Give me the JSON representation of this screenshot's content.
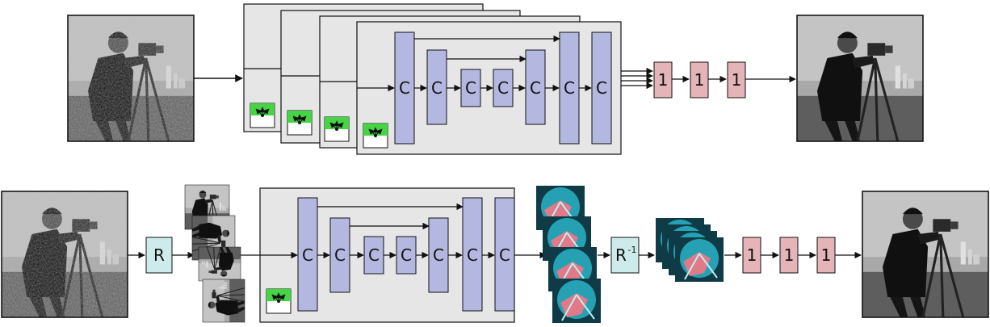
{
  "colors": {
    "conv_block": "#b4b8e0",
    "pointwise_block": "#e4b4b8",
    "rotation_block": "#cdebea",
    "panel_background": "#e6e6e6",
    "kernel_fill": "#44d444",
    "feature_map": "#2ab4c8",
    "feature_highlight": "#e07a88",
    "edge": "#222222"
  },
  "labels": {
    "conv": "C",
    "pointwise": "1",
    "rotate": "R",
    "rotate_inverse_base": "R",
    "rotate_inverse_exp": "-1"
  },
  "icons": {
    "input_image": "noisy-cameraman-photo",
    "output_image": "denoised-cameraman-photo",
    "rotated_input": "rotated-cameraman-photo",
    "kernel": "rotating-kernel-icon",
    "feature": "feature-map-stack"
  },
  "top_row": {
    "network_copies": 4,
    "conv_blocks": [
      "C",
      "C",
      "C",
      "C",
      "C",
      "C",
      "C"
    ],
    "pointwise_blocks": [
      "1",
      "1",
      "1"
    ]
  },
  "bottom_row": {
    "rotated_copies": 4,
    "conv_blocks": [
      "C",
      "C",
      "C",
      "C",
      "C",
      "C",
      "C"
    ],
    "feature_copies": 4,
    "pointwise_blocks": [
      "1",
      "1",
      "1"
    ]
  }
}
